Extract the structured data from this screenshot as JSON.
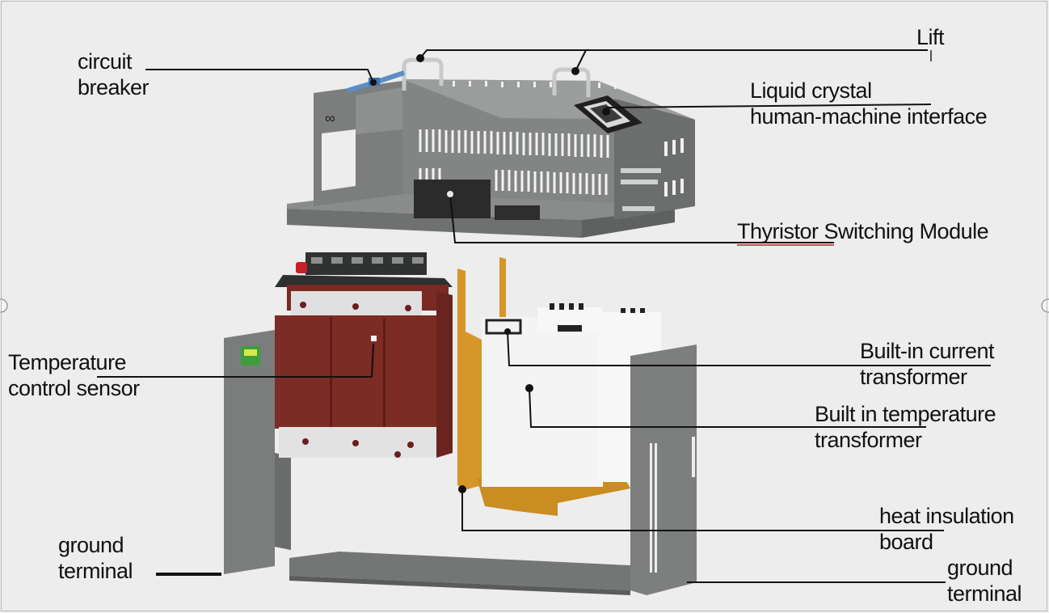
{
  "labels": {
    "lift": "Lift",
    "circuit_breaker": [
      "circuit",
      "breaker"
    ],
    "lcd_hmi": [
      "Liquid crystal",
      "human-machine interface"
    ],
    "thyristor_module": "Thyristor Switching Module",
    "temperature_sensor": [
      "Temperature",
      "control sensor"
    ],
    "current_transformer": [
      "Built-in current",
      "transformer"
    ],
    "temperature_transformer": [
      "Built in temperature",
      "transformer"
    ],
    "heat_insulation": [
      "heat insulation",
      "board"
    ],
    "ground_terminal_left": [
      "ground",
      "terminal"
    ],
    "ground_terminal_right": [
      "ground",
      "terminal"
    ]
  },
  "colors": {
    "background": "#ecedec",
    "sheet_metal": "#7d7e7e",
    "transformer_core": "#7a2a24",
    "insulation_board": "#d89a26",
    "leader_line": "#111111"
  }
}
